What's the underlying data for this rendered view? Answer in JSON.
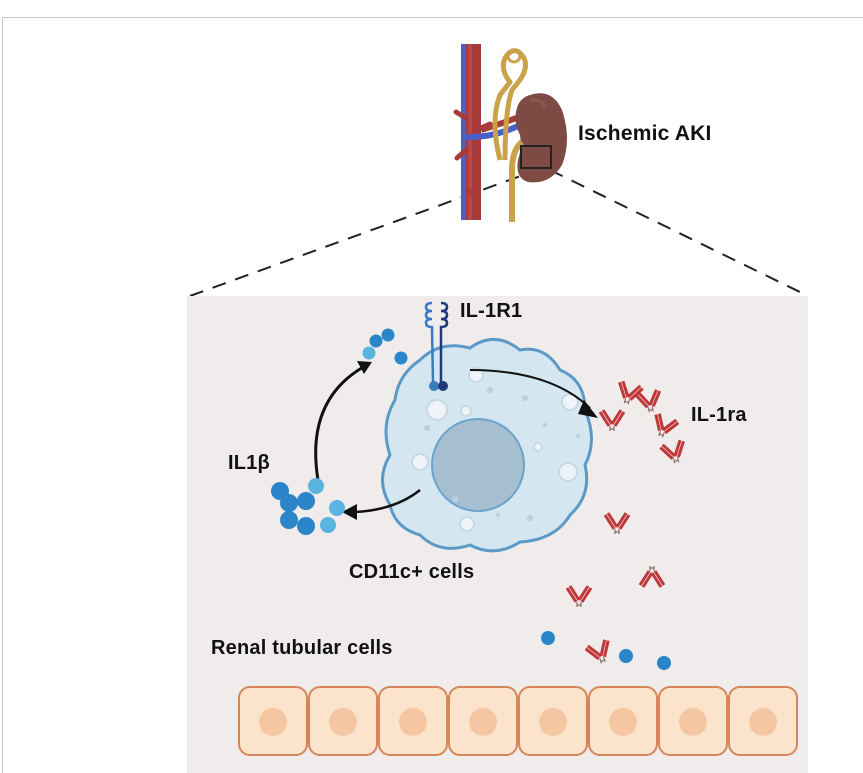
{
  "figure": {
    "top_label": "Ischemic AKI",
    "receptor_label": "IL-1R1",
    "antagonist_label": "IL-1ra",
    "cytokine_label": "IL1β",
    "immune_cell_label": "CD11c+ cells",
    "tubular_label": "Renal tubular cells",
    "tubular_cell_count": 8,
    "colors": {
      "panel_bg": "#f0ecec",
      "kidney": "#7e4a44",
      "artery": "#a83a3a",
      "vein": "#4a5fc8",
      "ureter": "#c9a24a",
      "cell_membrane": "#5b9ac7",
      "cell_fill": "#d4e6f0",
      "nucleus": "#a5bfd0",
      "il1b": "#2a86c8",
      "il1b_light": "#5ab4e0",
      "antibody": "#c0373a",
      "tubular_fill": "#fbe3cc",
      "tubular_border": "#d4865a",
      "tubular_nucleus": "#f5c6a2",
      "receptor_light": "#3b7bc0",
      "receptor_dark": "#1f3a78"
    }
  }
}
